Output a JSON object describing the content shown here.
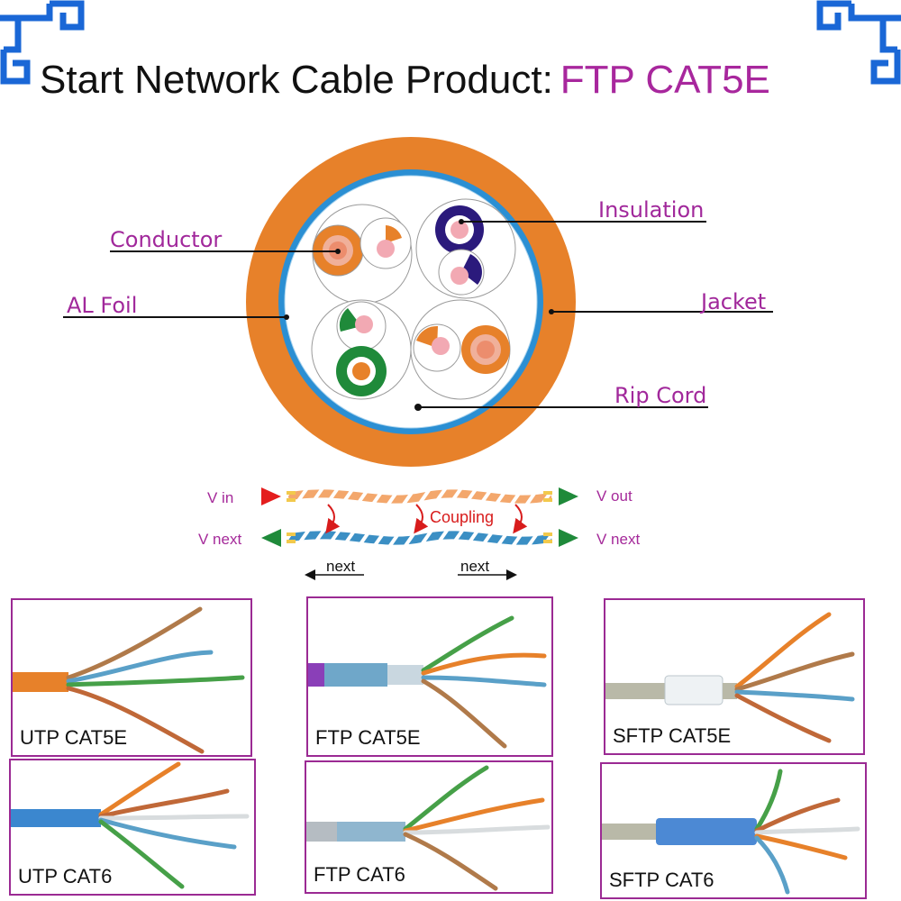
{
  "title": {
    "main": "Start Network Cable Product:",
    "product": "FTP CAT5E"
  },
  "cross_section": {
    "labels": {
      "conductor": "Conductor",
      "al_foil": "AL Foil",
      "insulation": "Insulation",
      "jacket": "Jacket",
      "rip_cord": "Rip Cord"
    }
  },
  "signal": {
    "v_in": "V in",
    "v_out": "V out",
    "v_next_left": "V next",
    "v_next_right": "V next",
    "coupling": "Coupling",
    "next_left": "next",
    "next_right": "next"
  },
  "panels": [
    {
      "label": "UTP CAT5E"
    },
    {
      "label": "FTP CAT5E"
    },
    {
      "label": "SFTP CAT5E"
    },
    {
      "label": "UTP CAT6"
    },
    {
      "label": "FTP CAT6"
    },
    {
      "label": "SFTP CAT6"
    }
  ],
  "colors": {
    "accent": "#a8279d",
    "jacket": "#e7812a",
    "foil": "#2b8fd3",
    "pair_blue": "#2b1a7c",
    "pair_green": "#1f8a3a",
    "pair_orange": "#e7812a",
    "frame_blue": "#1a67d6"
  }
}
